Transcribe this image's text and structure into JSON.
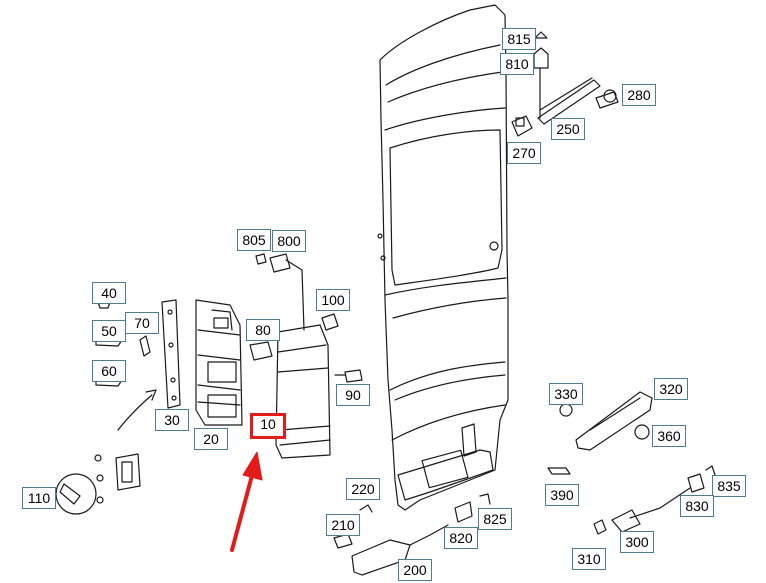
{
  "diagram": {
    "selected_callout": "10",
    "callouts": [
      "815",
      "810",
      "280",
      "250",
      "270",
      "805",
      "800",
      "100",
      "40",
      "70",
      "50",
      "80",
      "60",
      "90",
      "30",
      "20",
      "10",
      "330",
      "320",
      "360",
      "390",
      "835",
      "830",
      "220",
      "825",
      "110",
      "210",
      "820",
      "300",
      "310",
      "200"
    ]
  },
  "colors": {
    "line": "#1a1a1a",
    "callout_border": "#4e7c90",
    "highlight": "#e41b1b"
  }
}
